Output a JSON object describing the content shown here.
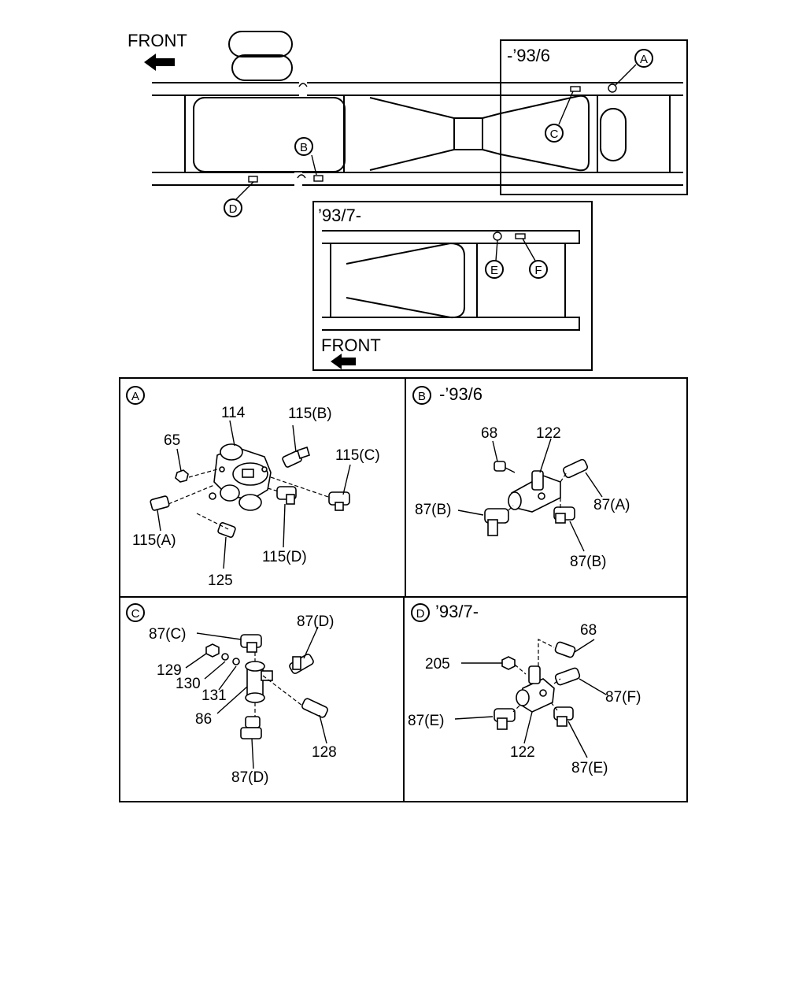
{
  "top": {
    "front_label": "FRONT",
    "callouts": {
      "a": "A",
      "b": "B",
      "c": "C",
      "d": "D"
    },
    "inset_early": {
      "label": "-’93/6"
    },
    "inset_late": {
      "label": "’93/7-",
      "front_label": "FRONT",
      "callouts": {
        "e": "E",
        "f": "F"
      }
    }
  },
  "panels": {
    "a": {
      "badge": "A",
      "parts": {
        "p114": "114",
        "p115b": "115(B)",
        "p65": "65",
        "p115c": "115(C)",
        "p115a": "115(A)",
        "p115d": "115(D)",
        "p125": "125"
      }
    },
    "b": {
      "badge": "B",
      "title": "-’93/6",
      "parts": {
        "p68": "68",
        "p122": "122",
        "p87b_left": "87(B)",
        "p87a": "87(A)",
        "p87b_bottom": "87(B)"
      }
    },
    "c": {
      "badge": "C",
      "parts": {
        "p87c": "87(C)",
        "p87d_top": "87(D)",
        "p129": "129",
        "p130": "130",
        "p131": "131",
        "p86": "86",
        "p128": "128",
        "p87d_bottom": "87(D)"
      }
    },
    "d": {
      "badge": "D",
      "title": "’93/7-",
      "parts": {
        "p68": "68",
        "p205": "205",
        "p87f": "87(F)",
        "p87e_left": "87(E)",
        "p122": "122",
        "p87e_bottom": "87(E)"
      }
    }
  }
}
